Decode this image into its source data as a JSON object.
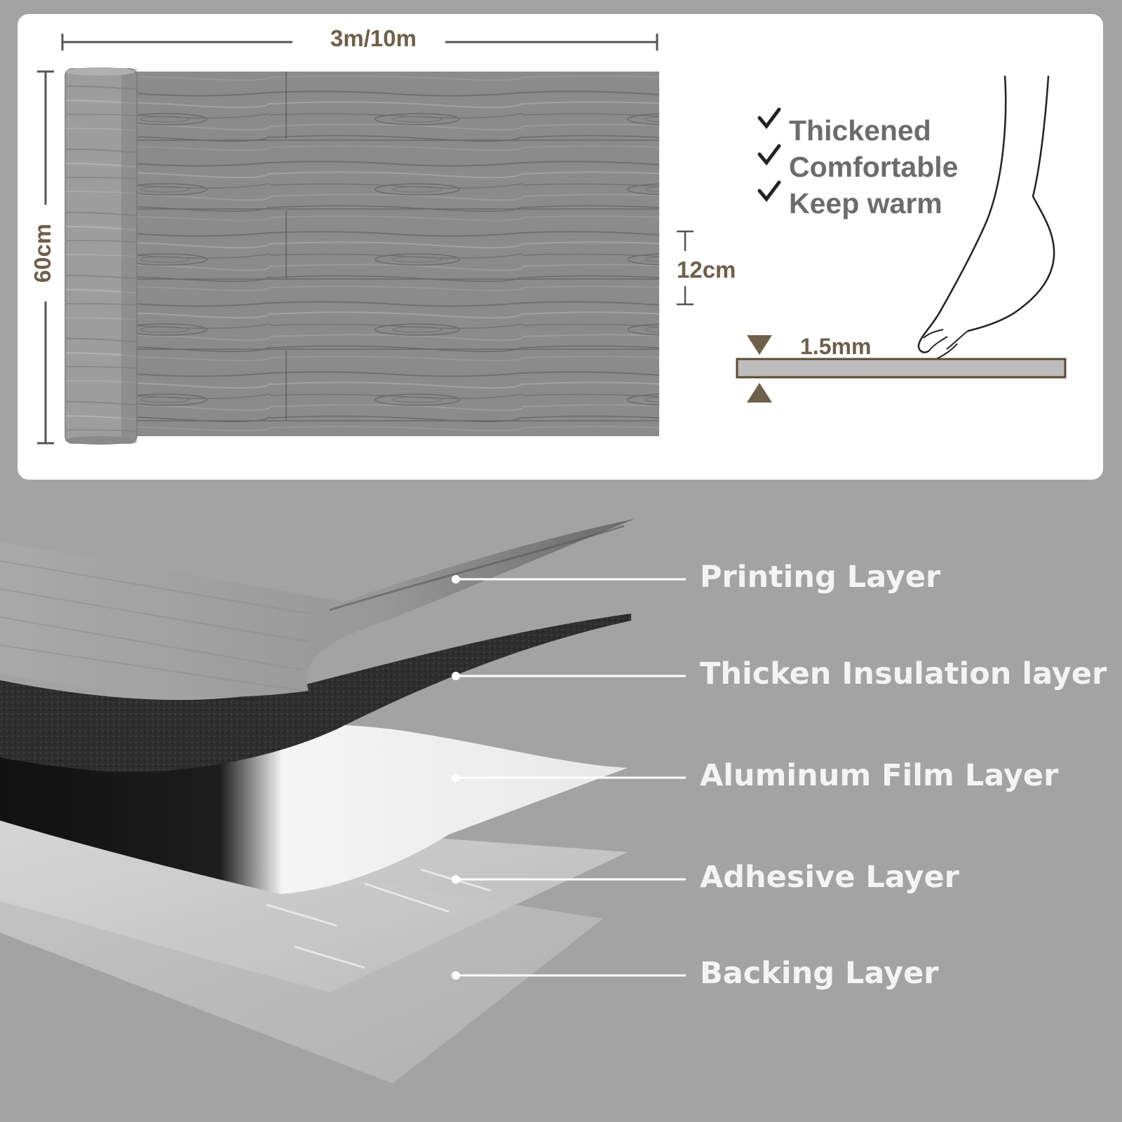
{
  "dimensions": {
    "length": "3m/10m",
    "width": "60cm",
    "plank_width": "12cm",
    "thickness": "1.5mm"
  },
  "features": [
    {
      "icon": "checkmark-icon",
      "label": "Thickened"
    },
    {
      "icon": "checkmark-icon",
      "label": "Comfortable"
    },
    {
      "icon": "checkmark-icon",
      "label": "Keep warm"
    }
  ],
  "layers": [
    {
      "label": "Printing Layer"
    },
    {
      "label": "Thicken Insulation layer"
    },
    {
      "label": "Aluminum Film Layer"
    },
    {
      "label": "Adhesive Layer"
    },
    {
      "label": "Backing Layer"
    }
  ],
  "colors": {
    "background": "#a3a3a3",
    "panel": "#ffffff",
    "dimension_accent": "#6e604a",
    "wood_grey": "#8f8f8f"
  }
}
